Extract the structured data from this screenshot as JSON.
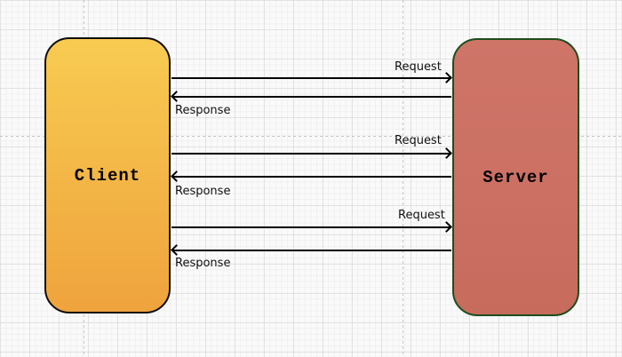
{
  "diagram": {
    "nodes": {
      "client": {
        "label": "Client",
        "fill_top": "#F8CB51",
        "fill_bottom": "#EFA33D",
        "border_color": "#0D0D0D"
      },
      "server": {
        "label": "Server",
        "fill": "#CB7063",
        "border_color": "#1E4D1E"
      }
    },
    "messages": [
      {
        "label": "Request",
        "from": "Client",
        "to": "Server",
        "direction": "right"
      },
      {
        "label": "Response",
        "from": "Server",
        "to": "Client",
        "direction": "left"
      },
      {
        "label": "Request",
        "from": "Client",
        "to": "Server",
        "direction": "right"
      },
      {
        "label": "Response",
        "from": "Server",
        "to": "Client",
        "direction": "left"
      },
      {
        "label": "Request",
        "from": "Client",
        "to": "Server",
        "direction": "right"
      },
      {
        "label": "Response",
        "from": "Server",
        "to": "Client",
        "direction": "left"
      }
    ],
    "arrow_color": "#000000",
    "background": {
      "canvas_color": "#FAFAFA",
      "grid_minor_color": "#F0F0F0",
      "grid_major_color": "#E2E2E2",
      "page_guide_color": "#C6C6C6"
    }
  }
}
